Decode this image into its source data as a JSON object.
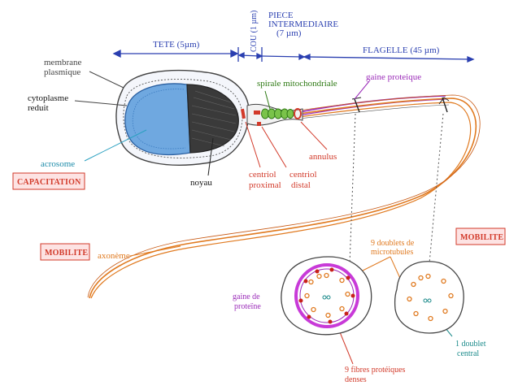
{
  "dimensions": {
    "tete": "TETE (5µm)",
    "cou": "COU (1 µm)",
    "piece_line1": "PIECE",
    "piece_line2": "INTERMEDIAIRE",
    "piece_line3": "(7 µm)",
    "flagelle": "FLAGELLE (45 µm)"
  },
  "labels": {
    "membrane_line1": "membrane",
    "membrane_line2": "plasmique",
    "cytoplasme_line1": "cytoplasme",
    "cytoplasme_line2": "reduit",
    "acrosome": "acrosome",
    "noyau": "noyau",
    "spirale": "spirale mitochondriale",
    "gaine_proteique": "gaine proteique",
    "annulus": "annulus",
    "centriol_proximal_line1": "centriol",
    "centriol_proximal_line2": "proximal",
    "centriol_distal_line1": "centriol",
    "centriol_distal_line2": "distal",
    "axoneme": "axonème",
    "doublets_line1": "9 doublets de",
    "doublets_line2": "microtubules",
    "gaine_de_proteine_line1": "gaine de",
    "gaine_de_proteine_line2": "proteïne",
    "fibres_line1": "9 fibres protéiques",
    "fibres_line2": "denses",
    "doublet_central_line1": "1 doublet",
    "doublet_central_line2": "central"
  },
  "boxes": {
    "capacitation": "CAPACITATION",
    "mobilite_left": "MOBILITE",
    "mobilite_right": "MOBILITE"
  },
  "colors": {
    "dimension_blue": "#2a3fb0",
    "acrosome_blue": "#6fa8e0",
    "nucleus_dark": "#3a3a3a",
    "mito_green": "#3c9a1e",
    "centriole_red": "#d23a2a",
    "sheath_purple": "#9a2ab8",
    "axoneme_orange": "#e07a20",
    "teal": "#1a8a8a",
    "box_red": "#d23a2a"
  }
}
